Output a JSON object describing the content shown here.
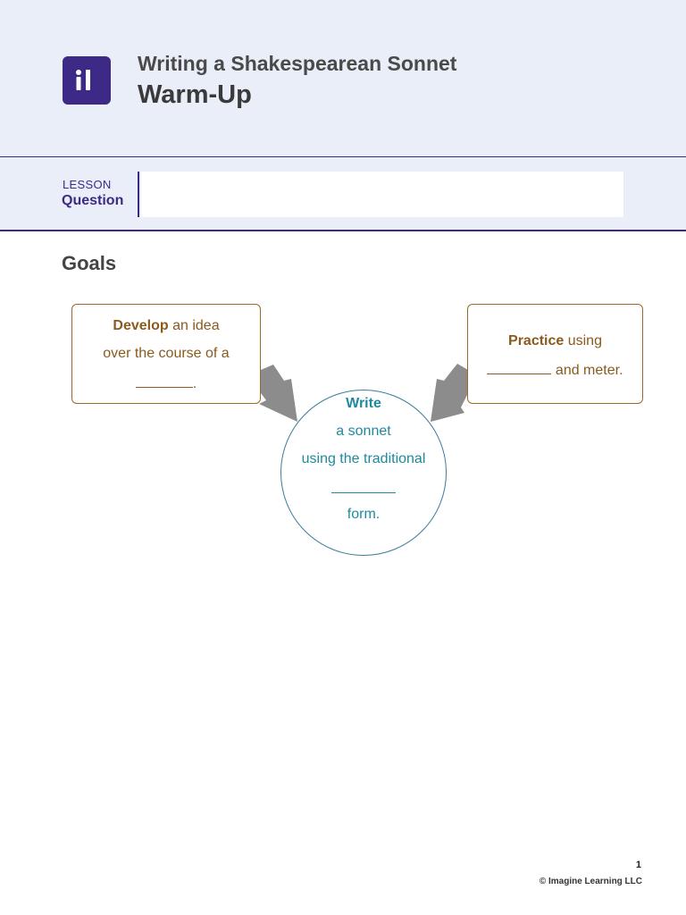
{
  "header": {
    "subtitle": "Writing a Shakespearean Sonnet",
    "title": "Warm-Up",
    "logo_icon": "imagine-learning-logo-icon"
  },
  "lesson": {
    "label": "LESSON",
    "question_label": "Question",
    "input_value": ""
  },
  "goals_heading": "Goals",
  "goals": {
    "left": {
      "bold": "Develop",
      "line1_rest": " an idea",
      "line2": "over the course of a",
      "line3_end": "."
    },
    "right": {
      "bold": "Practice",
      "line1_rest": " using",
      "line2_rest": " and meter."
    },
    "center": {
      "bold": "Write",
      "line2": "a sonnet",
      "line3": "using the traditional",
      "line5": "form."
    }
  },
  "footer": {
    "page_number": "1",
    "copyright": "© Imagine Learning LLC"
  },
  "colors": {
    "brand": "#3c2a86",
    "header_bg": "#e9eef8",
    "goal_box_text": "#8a5a1e",
    "goal_circle_text": "#1f8a9e",
    "arrow": "#8c8c8c"
  }
}
